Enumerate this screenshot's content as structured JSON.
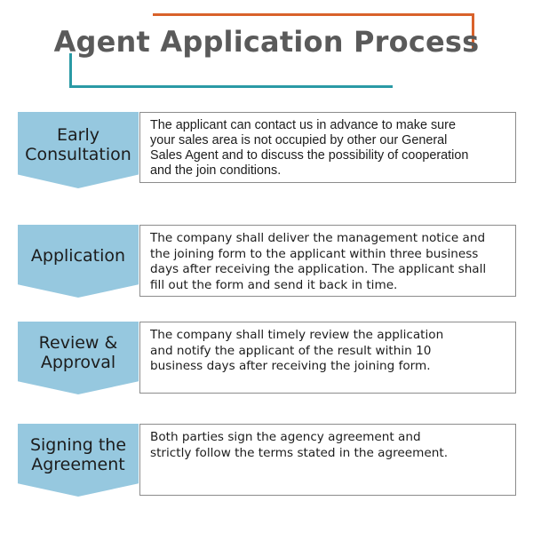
{
  "title": "Agent Application Process",
  "steps": [
    {
      "label": "Early\nConsultation",
      "description": "The applicant can contact us in advance to make sure\nyour sales area is not occupied by other our General\nSales Agent and to discuss the possibility of cooperation\nand the join conditions."
    },
    {
      "label": "Application",
      "description": "The company shall deliver the management notice and\nthe joining form to the applicant within three business\ndays after receiving the application. The applicant shall\nfill out the form and send it back in time."
    },
    {
      "label": "Review &\nApproval",
      "description": "The company shall timely review the application\nand notify the applicant of the result within 10\nbusiness days after receiving the joining form."
    },
    {
      "label": "Signing the\nAgreement",
      "description": "Both parties sign the agency agreement and\nstrictly follow the terms stated in the agreement."
    }
  ],
  "colors": {
    "tag_fill": "#96c8df",
    "frame_orange": "#d9622b",
    "frame_teal": "#2a9aa5",
    "title_text": "#5a5a5a"
  }
}
